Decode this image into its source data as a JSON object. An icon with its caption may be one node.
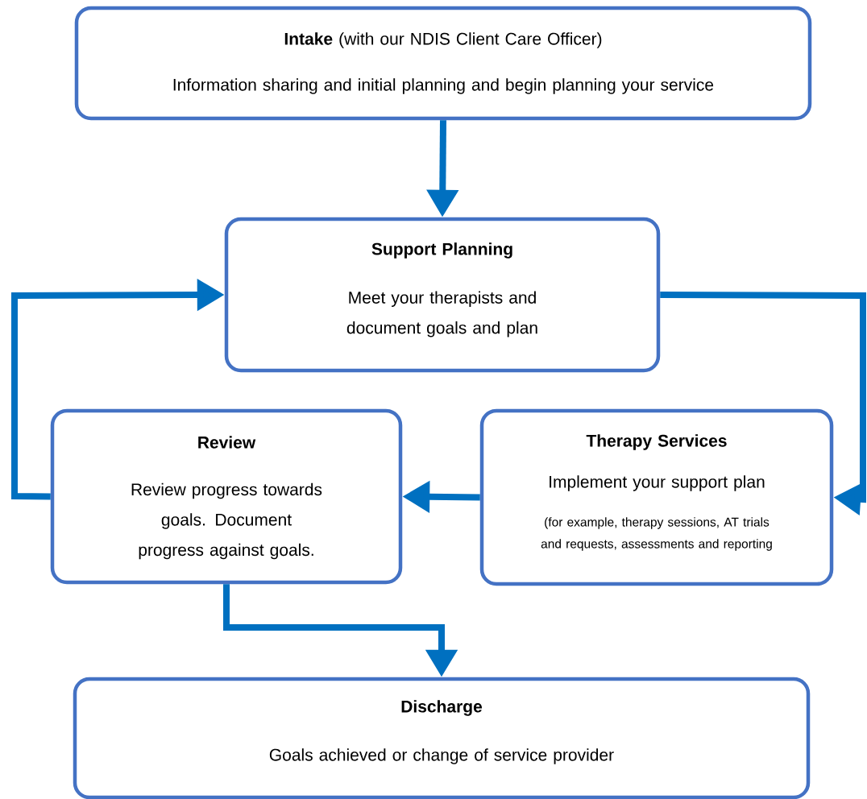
{
  "diagram": {
    "nodes": [
      {
        "text": [
          "**Intake** (with our NDIS Client Care Officer)",
          "Information sharing and initial planning and begin planning your service"
        ]
      },
      {
        "text": [
          "Support Planning",
          "Meet your therapists and document goals and plan"
        ]
      },
      {
        "text": [
          "Review",
          "Review progress towards goals. Document progress against goals."
        ]
      },
      {
        "text": [
          "Therapy Services",
          "Implement your support plan",
          "(for example, therapy sessions, AT trials and requests, assessments and reporting"
        ]
      },
      {
        "text": [
          "Discharge",
          "Goals achieved or change of service provider"
        ]
      }
    ],
    "edges": [
      {
        "from": 0,
        "to": 1,
        "arrow": "to"
      },
      {
        "from": 1,
        "to": 3,
        "arrow": "to"
      },
      {
        "from": 3,
        "to": 2,
        "arrow": "to"
      },
      {
        "from": 2,
        "to": 1,
        "arrow": "to"
      },
      {
        "from": 2,
        "to": 4,
        "arrow": "to"
      }
    ]
  }
}
